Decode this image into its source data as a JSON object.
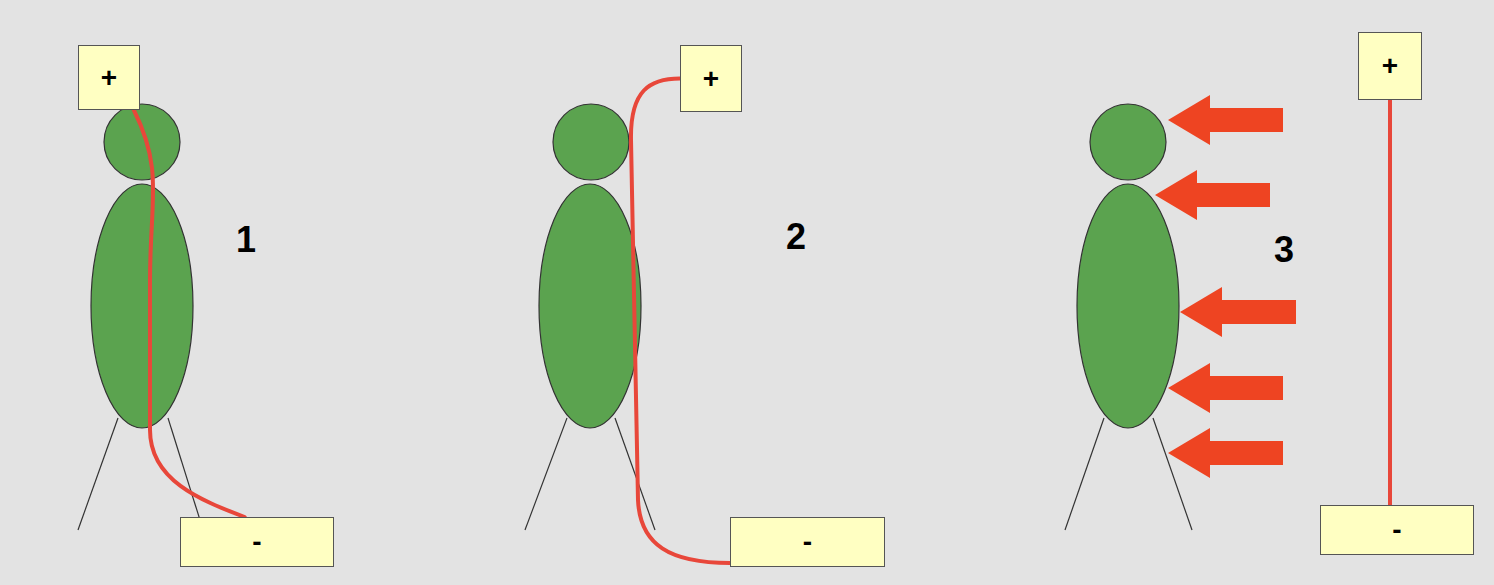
{
  "diagram": {
    "nodes": [
      {
        "text": [
          "+"
        ]
      },
      {
        "text": [
          "-"
        ]
      },
      {
        "text": [
          "+"
        ]
      },
      {
        "text": [
          "-"
        ]
      },
      {
        "text": [
          "+"
        ]
      },
      {
        "text": [
          "-"
        ]
      }
    ],
    "edges": [
      {
        "from": 0,
        "to": 1,
        "arrow": "none"
      },
      {
        "from": 2,
        "to": 3,
        "arrow": "none"
      },
      {
        "from": 4,
        "to": 5,
        "arrow": "none"
      }
    ],
    "labels": [
      "1",
      "2",
      "3"
    ]
  }
}
